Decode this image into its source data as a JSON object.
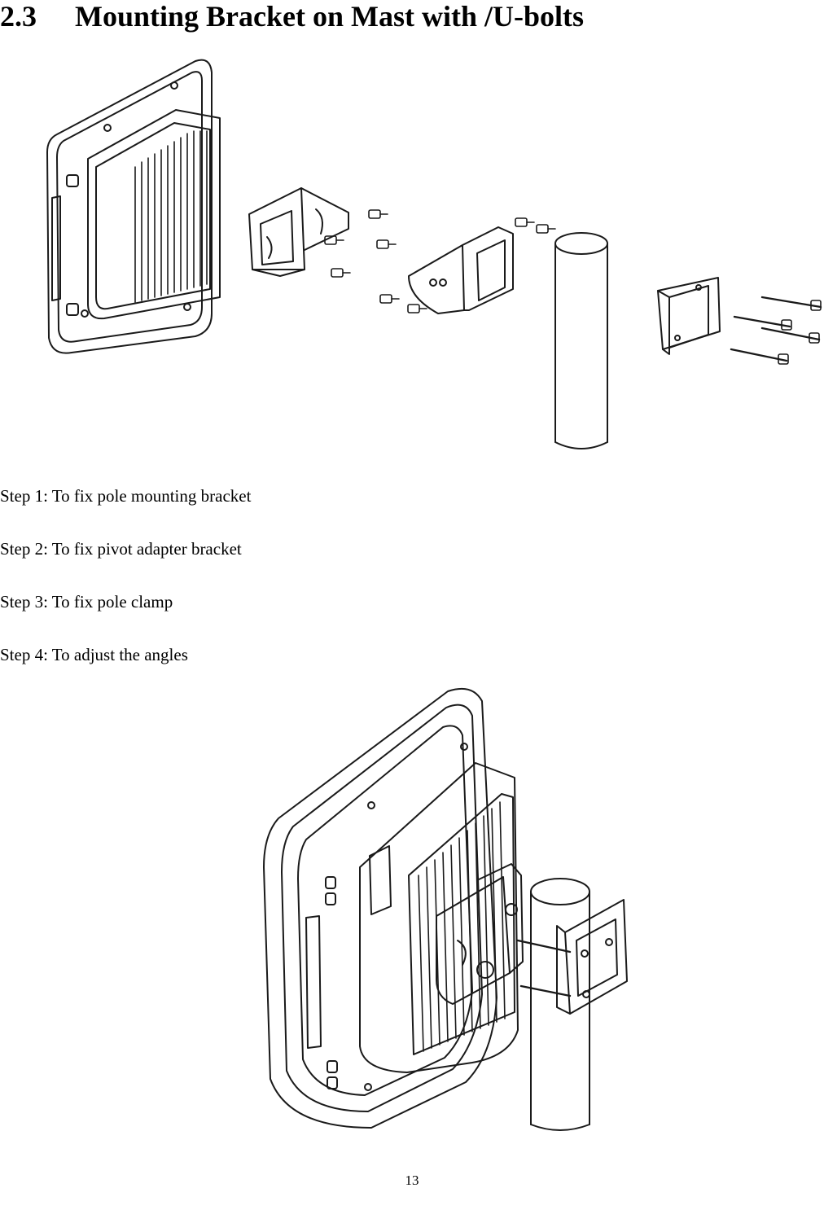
{
  "section": {
    "number": "2.3",
    "title": "Mounting Bracket on Mast with /U-bolts"
  },
  "figures": {
    "exploded_view_icon": "exploded-assembly-diagram",
    "assembled_view_icon": "assembled-mount-diagram"
  },
  "steps": [
    "Step 1: To fix pole mounting bracket",
    "Step 2: To fix pivot adapter bracket",
    "Step 3: To fix pole clamp",
    "Step 4: To adjust the angles"
  ],
  "footer": {
    "page_number": "13"
  },
  "colors": {
    "text": "#000000",
    "line_art": "#1a1a1a",
    "background": "#ffffff"
  }
}
